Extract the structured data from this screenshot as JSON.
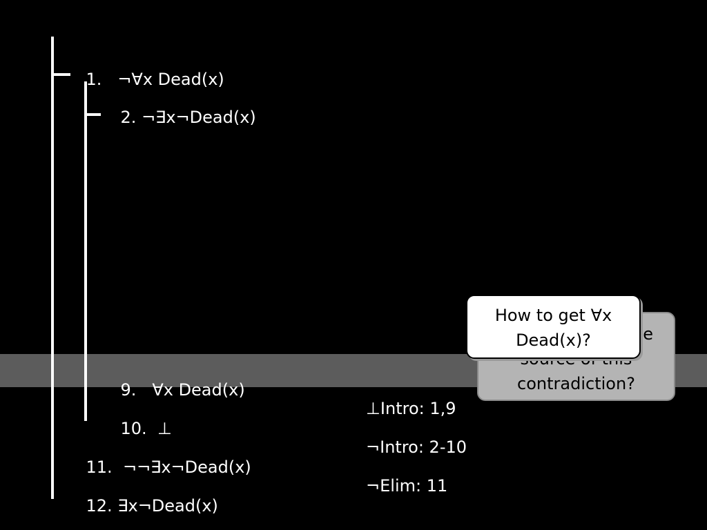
{
  "proof": {
    "lines": [
      {
        "num": "1.",
        "formula": "¬∀x Dead(x)",
        "justification": ""
      },
      {
        "num": "2.",
        "formula": "¬∃x¬Dead(x)",
        "justification": ""
      },
      {
        "num": "9.",
        "formula": "∀x Dead(x)",
        "justification": ""
      },
      {
        "num": "10.",
        "formula": "⊥",
        "justification": "⊥Intro: 1,9"
      },
      {
        "num": "11.",
        "formula": "¬¬∃x¬Dead(x)",
        "justification": "¬Intro: 2-10"
      },
      {
        "num": "12.",
        "formula": "∃x¬Dead(x)",
        "justification": "¬Elim: 11"
      }
    ]
  },
  "callouts": {
    "front": {
      "line1": "How to get ∀x",
      "line2": "Dead(x)?"
    },
    "back": {
      "line1": "...e",
      "line2": "source of this",
      "line3": "contradiction?"
    }
  },
  "colors": {
    "background": "#000000",
    "highlight": "#5c5c5c",
    "text": "#ffffff",
    "callout_back": "#b4b4b4",
    "callout_front": "#ffffff"
  }
}
